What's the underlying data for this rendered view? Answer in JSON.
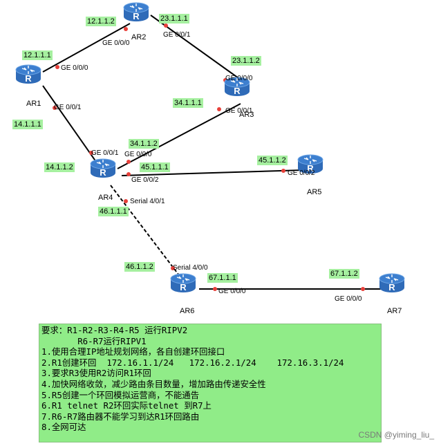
{
  "routers": [
    {
      "id": "AR1",
      "label": "AR1"
    },
    {
      "id": "AR2",
      "label": "AR2"
    },
    {
      "id": "AR3",
      "label": "AR3"
    },
    {
      "id": "AR4",
      "label": "AR4"
    },
    {
      "id": "AR5",
      "label": "AR5"
    },
    {
      "id": "AR6",
      "label": "AR6"
    },
    {
      "id": "AR7",
      "label": "AR7"
    }
  ],
  "ip_labels": {
    "ar2_ar1": "12.1.1.2",
    "ar2_ar3": "23.1.1.1",
    "ar1_ar2": "12.1.1.1",
    "ar3_ar2": "23.1.1.2",
    "ar3_ar4": "34.1.1.1",
    "ar1_ar4": "14.1.1.1",
    "ar4_ar3": "34.1.1.2",
    "ar4_ar1": "14.1.1.2",
    "ar4_ar5": "45.1.1.1",
    "ar5_ar4": "45.1.1.2",
    "ar4_ar6": "46.1.1.1",
    "ar6_ar4": "46.1.1.2",
    "ar6_ar7": "67.1.1.1",
    "ar7_ar6": "67.1.1.2"
  },
  "port_labels": {
    "ar2_g000": "GE 0/0/0",
    "ar2_g001": "GE 0/0/1",
    "ar1_g000": "GE 0/0/0",
    "ar1_g001": "GE 0/0/1",
    "ar3_g000": "GE 0/0/0",
    "ar3_g001": "GE 0/0/1",
    "ar4_g001": "GE 0/0/1",
    "ar4_g000": "GE 0/0/0",
    "ar4_g002": "GE 0/0/2",
    "ar4_s401": "Serial 4/0/1",
    "ar5_g002": "GE 0/0/2",
    "ar6_s400": "Serial 4/0/0",
    "ar6_g000": "GE 0/0/0",
    "ar7_g000": "GE 0/0/0"
  },
  "requirements": [
    "要求：R1-R2-R3-R4-R5 运行RIPV2",
    "       R6-R7运行RIPV1",
    "1.使用合理IP地址规划网络，各自创建环回接口",
    "2.R1创建环回  172.16.1.1/24   172.16.2.1/24    172.16.3.1/24",
    "3.要求R3使用R2访问R1环回",
    "4.加快网络收敛，减少路由条目数量，增加路由传递安全性",
    "5.R5创建一个环回模拟运营商，不能通告",
    "6.R1 telnet R2环回实际telnet 到R7上",
    "7.R6-R7路由器不能学习到达R1环回路由",
    "8.全网可达"
  ],
  "watermark": "CSDN @yiming_liu_",
  "colors": {
    "ip_label_bg": "#a6f0a0",
    "requirements_bg": "#90ec88",
    "router_body": "#3d7fcf",
    "link": "#000000",
    "port_dot": "#e8403a"
  }
}
